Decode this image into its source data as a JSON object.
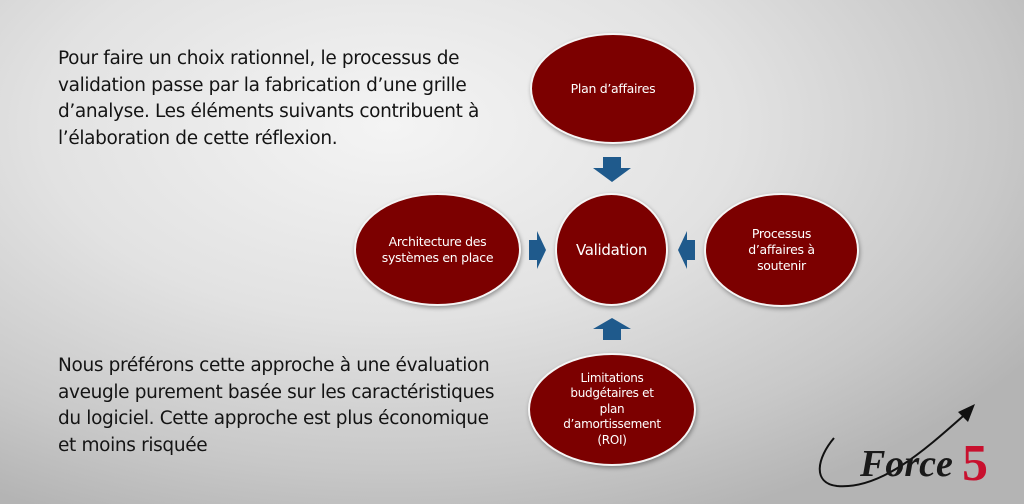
{
  "slide": {
    "intro_text": "Pour faire un choix rationnel, le processus de\nvalidation passe par la fabrication d’une grille\nd’analyse. Les éléments suivants contribuent à\nl’élaboration de cette réflexion.",
    "conclusion_text": "Nous préférons cette approche à une évaluation\naveugle purement basée sur les caractéristiques\ndu logiciel. Cette approche est plus économique\net moins risquée"
  },
  "diagram": {
    "center": {
      "label": "Validation"
    },
    "nodes": {
      "top": {
        "label": "Plan d’affaires"
      },
      "left": {
        "label": "Architecture des\nsystèmes en place"
      },
      "right": {
        "label": "Processus\nd’affaires à\nsoutenir"
      },
      "bottom": {
        "label": "Limitations\nbudgétaires et\nplan\nd’amortissement\n(ROI)"
      }
    },
    "colors": {
      "node_fill": "#7c0000",
      "node_border": "#f5f5f5",
      "arrow_fill": "#1f5a8c"
    }
  },
  "logo": {
    "word": "Force",
    "number": "5",
    "number_color": "#c8102e"
  }
}
